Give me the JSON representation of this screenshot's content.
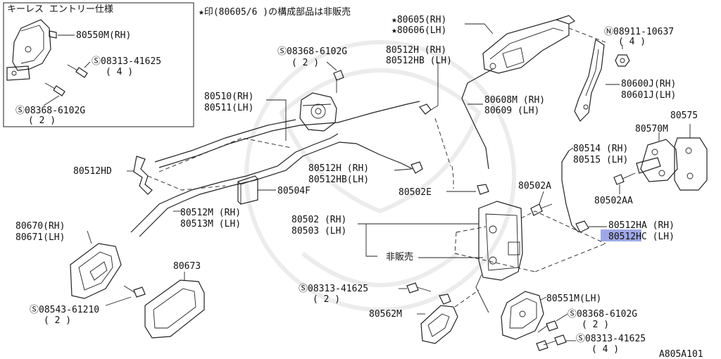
{
  "diagram": {
    "inset_title": "キーレス エントリー仕様",
    "note": "★印(80605/6 )の構成部品は非販売",
    "figure_code": "A805A101",
    "inset_labels": {
      "m80550M": "80550M(RH)",
      "s08313": "Ⓢ08313-41625",
      "s08313_qty": "( 4 )",
      "s08368": "Ⓢ08368-6102G",
      "s08368_qty": "( 2 )"
    },
    "labels": {
      "s08368_top": "Ⓢ08368-6102G",
      "s08368_top_qty": "( 2 )",
      "p80510": "80510(RH)",
      "p80511": "80511(LH)",
      "p80512H_top": "80512H  (RH)",
      "p80512HB_top": "80512HB (LH)",
      "p80605": "★80605(RH)",
      "p80606": "★80606(LH)",
      "n08911": "Ⓝ08911-10637",
      "n08911_qty": "( 4 )",
      "p80608M": "80608M (RH)",
      "p80609": "80609  (LH)",
      "p80600J": "80600J(RH)",
      "p80601J": "80601J(LH)",
      "p80575": "80575",
      "p80570M": "80570M",
      "p80514": "80514 (RH)",
      "p80515": "80515 (LH)",
      "p80512HD": "80512HD",
      "p80512H_mid": "80512H  (RH)",
      "p80512HB_mid": "80512HB(LH)",
      "p80502E": "80502E",
      "p80502A": "80502A",
      "p80502AA": "80502AA",
      "p80504F": "80504F",
      "p80512M": "80512M (RH)",
      "p80513M": "80513M (LH)",
      "p80502": "80502 (RH)",
      "p80503": "80503 (LH)",
      "p80512HA": "80512HA (RH)",
      "p80512HC": "80512HC (LH)",
      "not_sold": "非販売",
      "p80670": "80670(RH)",
      "p80671": "80671(LH)",
      "p80673": "80673",
      "s08313_mid": "Ⓢ08313-41625",
      "s08313_mid_qty": "( 2 )",
      "p80562M": "80562M",
      "p80551M": "80551M(LH)",
      "s08368_bot": "Ⓢ08368-6102G",
      "s08368_bot_qty": "( 2 )",
      "s08313_bot": "Ⓢ08313-41625",
      "s08313_bot_qty": "( 4 )",
      "s08543": "Ⓢ08543-61210",
      "s08543_qty": "( 2 )"
    },
    "highlight_color": "#9fa8e6"
  }
}
